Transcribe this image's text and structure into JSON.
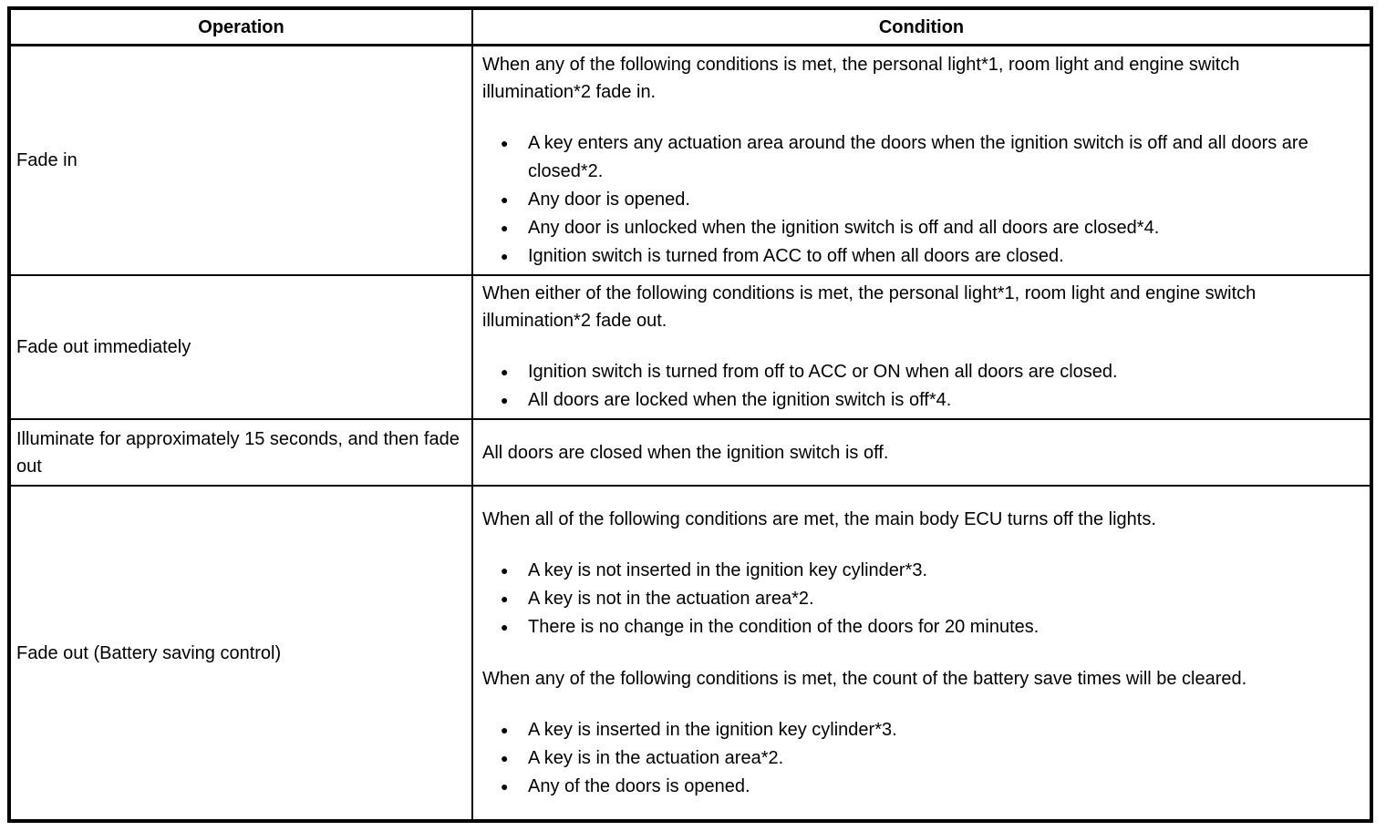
{
  "header": {
    "operation": "Operation",
    "condition": "Condition"
  },
  "rows": [
    {
      "operation": "Fade in",
      "intro": "When any of the following conditions is met, the personal light*1, room light and engine switch illumination*2 fade in.",
      "bullets": [
        "A key enters any actuation area around the doors when the ignition switch is off and all doors are closed*2.",
        "Any door is opened.",
        "Any door is unlocked when the ignition switch is off and all doors are closed*4.",
        "Ignition switch is turned from ACC to off when all doors are closed."
      ]
    },
    {
      "operation": "Fade out immediately",
      "intro": "When either of the following conditions is met, the personal light*1, room light and engine switch illumination*2 fade out.",
      "bullets": [
        "Ignition switch is turned from off to ACC or ON when all doors are closed.",
        "All doors are locked when the ignition switch is off*4."
      ]
    },
    {
      "operation": "Illuminate for approximately 15 seconds, and then fade out",
      "intro": "All doors are closed when the ignition switch is off."
    },
    {
      "operation": "Fade out (Battery saving control)",
      "intro": "When all of the following conditions are met, the main body ECU turns off the lights.",
      "bullets": [
        "A key is not inserted in the ignition key cylinder*3.",
        "A key is not in the actuation area*2.",
        "There is no change in the condition of the doors for 20 minutes."
      ],
      "intro2": "When any of the following conditions is met, the count of the battery save times will be cleared.",
      "bullets2": [
        "A key is inserted in the ignition key cylinder*3.",
        "A key is in the actuation area*2.",
        "Any of the doors is opened."
      ]
    }
  ]
}
